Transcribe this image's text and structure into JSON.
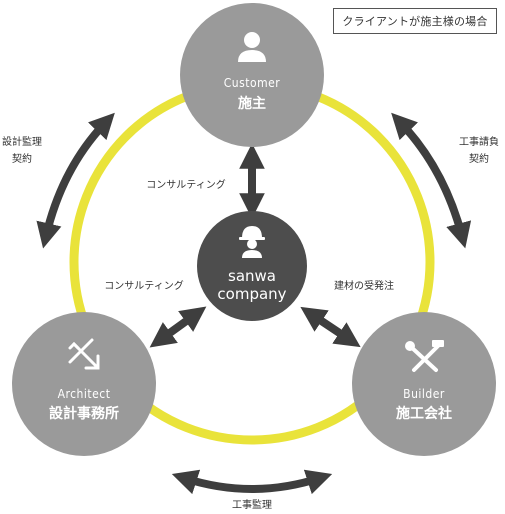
{
  "case_label": "クライアントが施主様の場合",
  "nodes": {
    "customer": {
      "en": "Customer",
      "jp": "施主",
      "icon": "person-icon"
    },
    "center": {
      "line1": "sanwa",
      "line2": "company",
      "icon": "worker-helmet-icon"
    },
    "architect": {
      "en": "Architect",
      "jp": "設計事務所",
      "icon": "drafting-tools-icon"
    },
    "builder": {
      "en": "Builder",
      "jp": "施工会社",
      "icon": "wrench-hammer-icon"
    }
  },
  "links": {
    "top_left_line1": "設計監理",
    "top_left_line2": "契約",
    "top_right_line1": "工事請負",
    "top_right_line2": "契約",
    "bottom": "工事監理",
    "center_top": "コンサルティング",
    "center_left": "コンサルティング",
    "center_right": "建材の受発注"
  },
  "colors": {
    "ring": "#e9e33a",
    "node_gray": "#9a9a9a",
    "center_dark": "#4d4d4d",
    "arrow": "#3e3e3e",
    "text": "#333333"
  }
}
